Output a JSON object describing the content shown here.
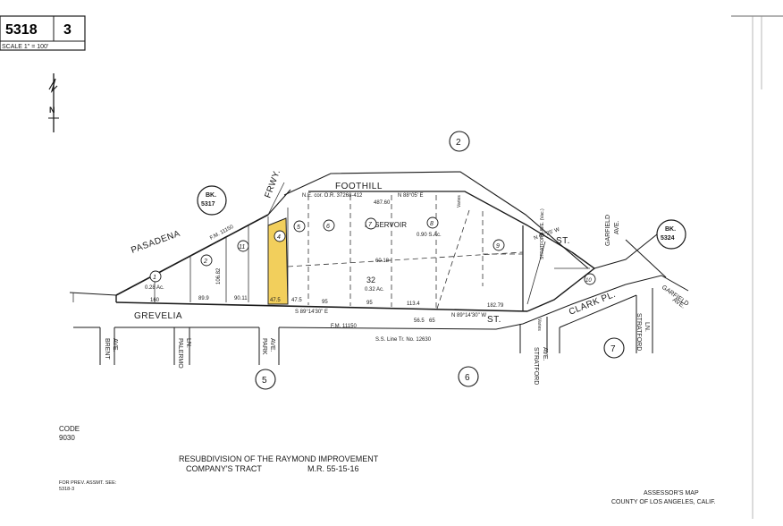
{
  "header": {
    "book": "5318",
    "page": "3",
    "scale": "SCALE 1\" = 100'"
  },
  "north": "N",
  "streets": {
    "pasadena": "PASADENA",
    "foothill": "FOOTHILL",
    "frwy": "FRWY.",
    "grevelia": "GREVELIA",
    "st_right": "ST.",
    "st_bottom": "ST.",
    "clark": "CLARK PL.",
    "garfield_top_1": "GARFIELD",
    "garfield_top_2": "AVE.",
    "garfield_right_1": "GARFIELD",
    "garfield_right_2": "AVE.",
    "brent_1": "BRENT",
    "brent_2": "AVE.",
    "palermo_1": "PALERMO",
    "palermo_2": "LN.",
    "park_1": "PARK",
    "park_2": "AVE.",
    "stratford_1": "STRATFORD",
    "stratford_2": "AVE.",
    "stratford_ln_1": "STRATFORD",
    "stratford_ln_2": "LN.",
    "reservoir": "RESERVOIR"
  },
  "book_refs": [
    {
      "label_1": "BK.",
      "label_2": "5317"
    },
    {
      "label_1": "BK.",
      "label_2": "5324"
    }
  ],
  "page_refs": [
    "2",
    "5",
    "6",
    "7"
  ],
  "parcels": [
    "1",
    "2",
    "11",
    "4",
    "5",
    "6",
    "7",
    "8",
    "9",
    "10",
    "32"
  ],
  "code": {
    "label": "CODE",
    "value": "9030"
  },
  "title": {
    "line1": "RESUBDIVISION OF THE RAYMOND IMPROVEMENT",
    "line2": "COMPANY'S TRACT",
    "ref": "M.R. 55-15-16"
  },
  "prev": {
    "line1": "FOR PREV. ASSMT. SEE:",
    "line2": "5318-3"
  },
  "footer": {
    "line1": "ASSESSOR'S MAP",
    "line2": "COUNTY OF LOS ANGELES, CALIF."
  },
  "annotations": {
    "fm_top": "F.M. 11150",
    "fm_bottom": "F.M. 11150",
    "ss_bottom": "S.S. Line Tr. No. 12630",
    "varies_1": "Varies",
    "varies_2": "Varies",
    "acres_1": "0.28 Ac.",
    "acres_2": "0.90 S.Ac.",
    "acres_3": "0.32 Ac.",
    "dist_160": "160",
    "dist_899": "89.9",
    "dist_9011": "90.11",
    "dist_475a": "47.5",
    "dist_475b": "47.5",
    "dist_95a": "95",
    "dist_95b": "95",
    "dist_1134": "113.4",
    "dist_18279": "182.79",
    "dist_10682": "106.82",
    "dist_48760": "487.60",
    "dist_6018": "60.18",
    "dist_565": "56.5",
    "dist_65": "65",
    "bearing_1": "N 89°14'30\" W",
    "bearing_2": "S 89°14'30\" E",
    "bearing_3": "N 88°05' E",
    "bearing_4": "N 65°25' W",
    "corner": "N.E. cor. O.R. 37268-412",
    "stratford_note": "STRATFORD AVE. (Vac.)"
  },
  "highlight_color": "#f2cf5c"
}
